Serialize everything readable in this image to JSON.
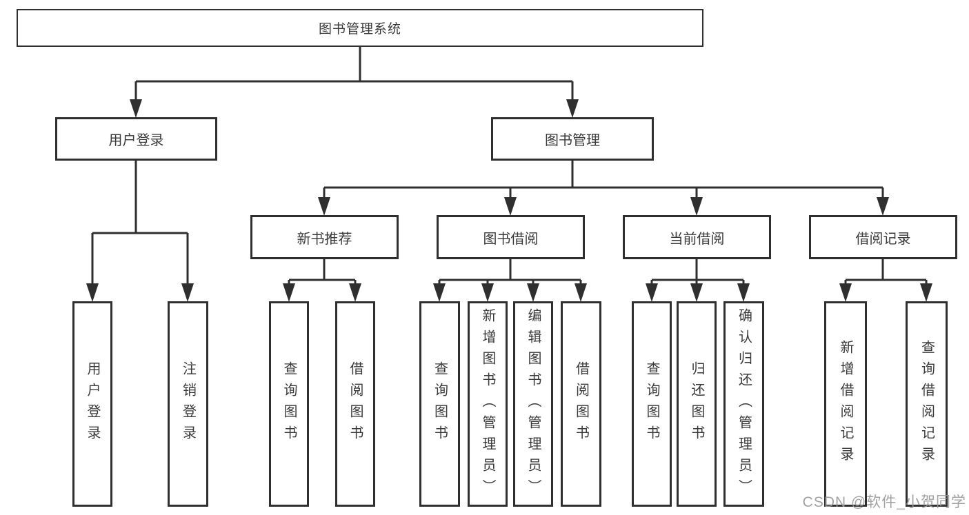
{
  "tree": {
    "root": {
      "label": "图书管理系统"
    },
    "level2": [
      {
        "label": "用户登录",
        "children": [
          {
            "label": "用户登录"
          },
          {
            "label": "注销登录"
          }
        ]
      },
      {
        "label": "图书管理",
        "children": [
          {
            "label": "新书推荐",
            "children": [
              {
                "label": "查询图书"
              },
              {
                "label": "借阅图书"
              }
            ]
          },
          {
            "label": "图书借阅",
            "children": [
              {
                "label": "查询图书"
              },
              {
                "label": "新增图书（管理员）"
              },
              {
                "label": "编辑图书（管理员）"
              },
              {
                "label": "借阅图书"
              }
            ]
          },
          {
            "label": "当前借阅",
            "children": [
              {
                "label": "查询图书"
              },
              {
                "label": "归还图书"
              },
              {
                "label": "确认归还（管理员）"
              }
            ]
          },
          {
            "label": "借阅记录",
            "children": [
              {
                "label": "新增借阅记录"
              },
              {
                "label": "查询借阅记录"
              }
            ]
          }
        ]
      }
    ]
  },
  "watermark": {
    "text": "CSDN @软件_小贺同学"
  },
  "colors": {
    "line": "#2f2f2f",
    "border": "#2f2f2f",
    "text": "#3a3a3a",
    "background": "#ffffff",
    "watermark": "#989898"
  }
}
